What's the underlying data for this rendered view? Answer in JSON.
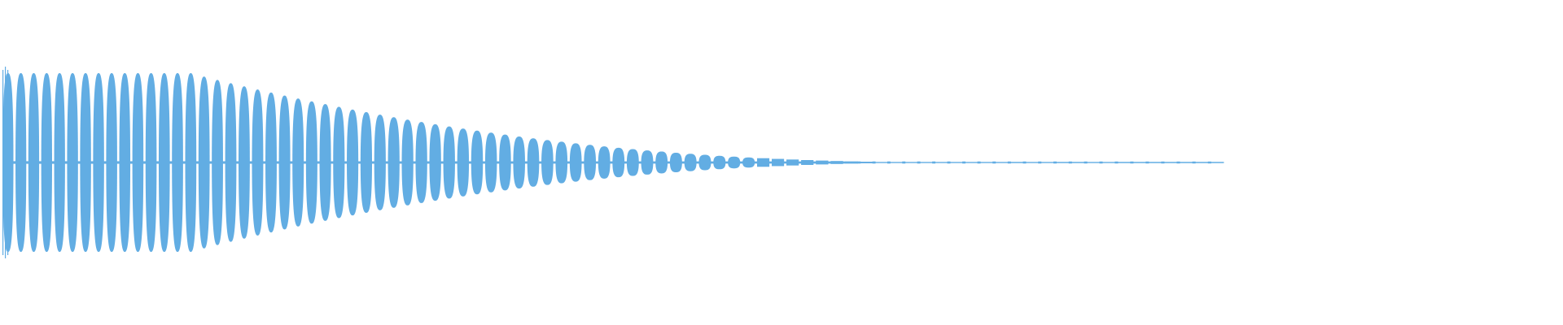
{
  "waveform": {
    "type": "decaying-oscillation",
    "color": "#62ADE3",
    "background": "#FFFFFF",
    "shape": {
      "cycles": 86,
      "sustain_fraction": 0.16,
      "decay_end_fraction": 0.78,
      "level_start": 1.0
    }
  }
}
